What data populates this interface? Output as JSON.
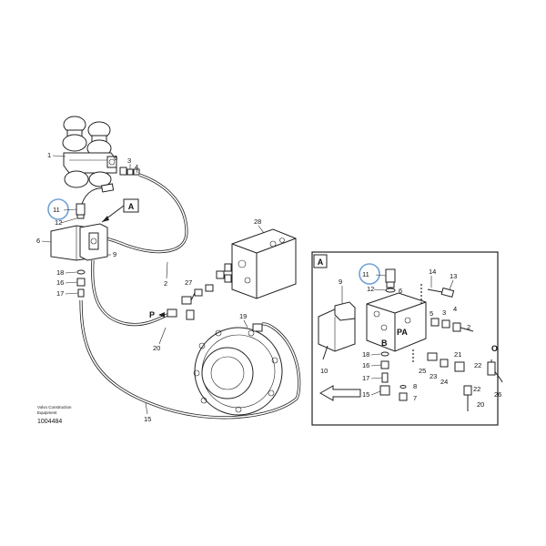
{
  "figure_id": "1004484",
  "brand_caption": [
    "Volvo Construction",
    "Equipment"
  ],
  "callout_letter": "A",
  "port_labels": {
    "pressure": "P",
    "pa": "PA",
    "b": "B",
    "o": "O"
  },
  "main_view_labels": [
    "1",
    "2",
    "3",
    "4",
    "5",
    "6",
    "9",
    "11",
    "12",
    "15",
    "16",
    "17",
    "18",
    "19",
    "20",
    "27",
    "28"
  ],
  "detail_view_labels": [
    "2",
    "3",
    "4",
    "5",
    "6",
    "7",
    "8",
    "9",
    "10",
    "11",
    "12",
    "13",
    "14",
    "15",
    "16",
    "17",
    "18",
    "20",
    "21",
    "22",
    "22",
    "23",
    "24",
    "25",
    "26"
  ],
  "highlighted_part": "11",
  "colors": {
    "line": "#222222",
    "highlight_circle": "#6fa0d8",
    "background": "#ffffff"
  }
}
